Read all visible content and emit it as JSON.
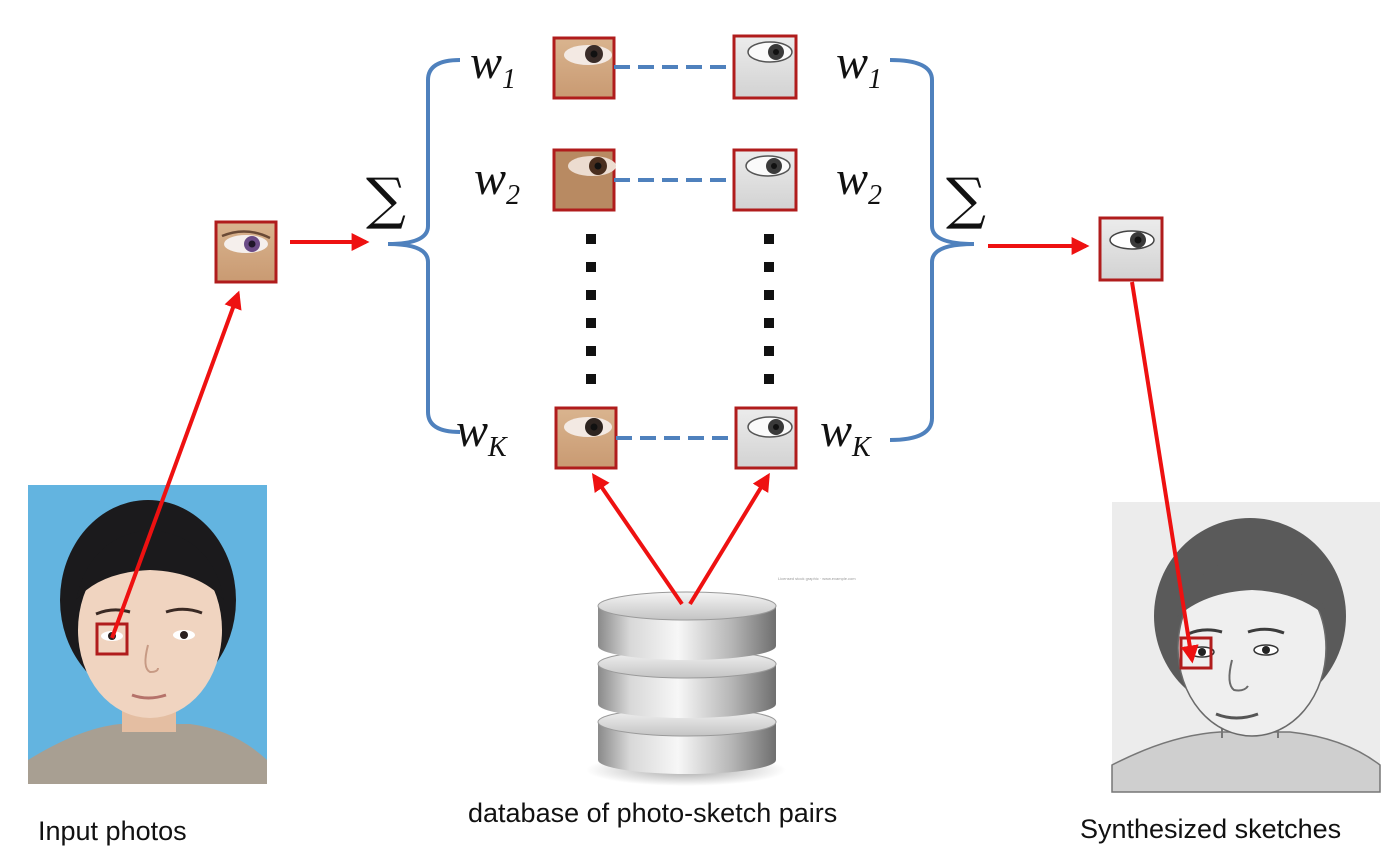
{
  "captions": {
    "input": "Input photos",
    "database": "database of photo-sketch pairs",
    "output": "Synthesized sketches"
  },
  "weights": {
    "left": [
      {
        "base": "w",
        "sub": "1"
      },
      {
        "base": "w",
        "sub": "2"
      },
      {
        "base": "w",
        "sub": "K"
      }
    ],
    "right": [
      {
        "base": "w",
        "sub": "1"
      },
      {
        "base": "w",
        "sub": "2"
      },
      {
        "base": "w",
        "sub": "K"
      }
    ]
  },
  "sum_symbol": "∑",
  "colors": {
    "arrow": "#ee1111",
    "brace": "#4f81bd",
    "patch_border": "#b01c1c",
    "photo_background": "#63b4e0",
    "sketch_background": "#ececec"
  }
}
